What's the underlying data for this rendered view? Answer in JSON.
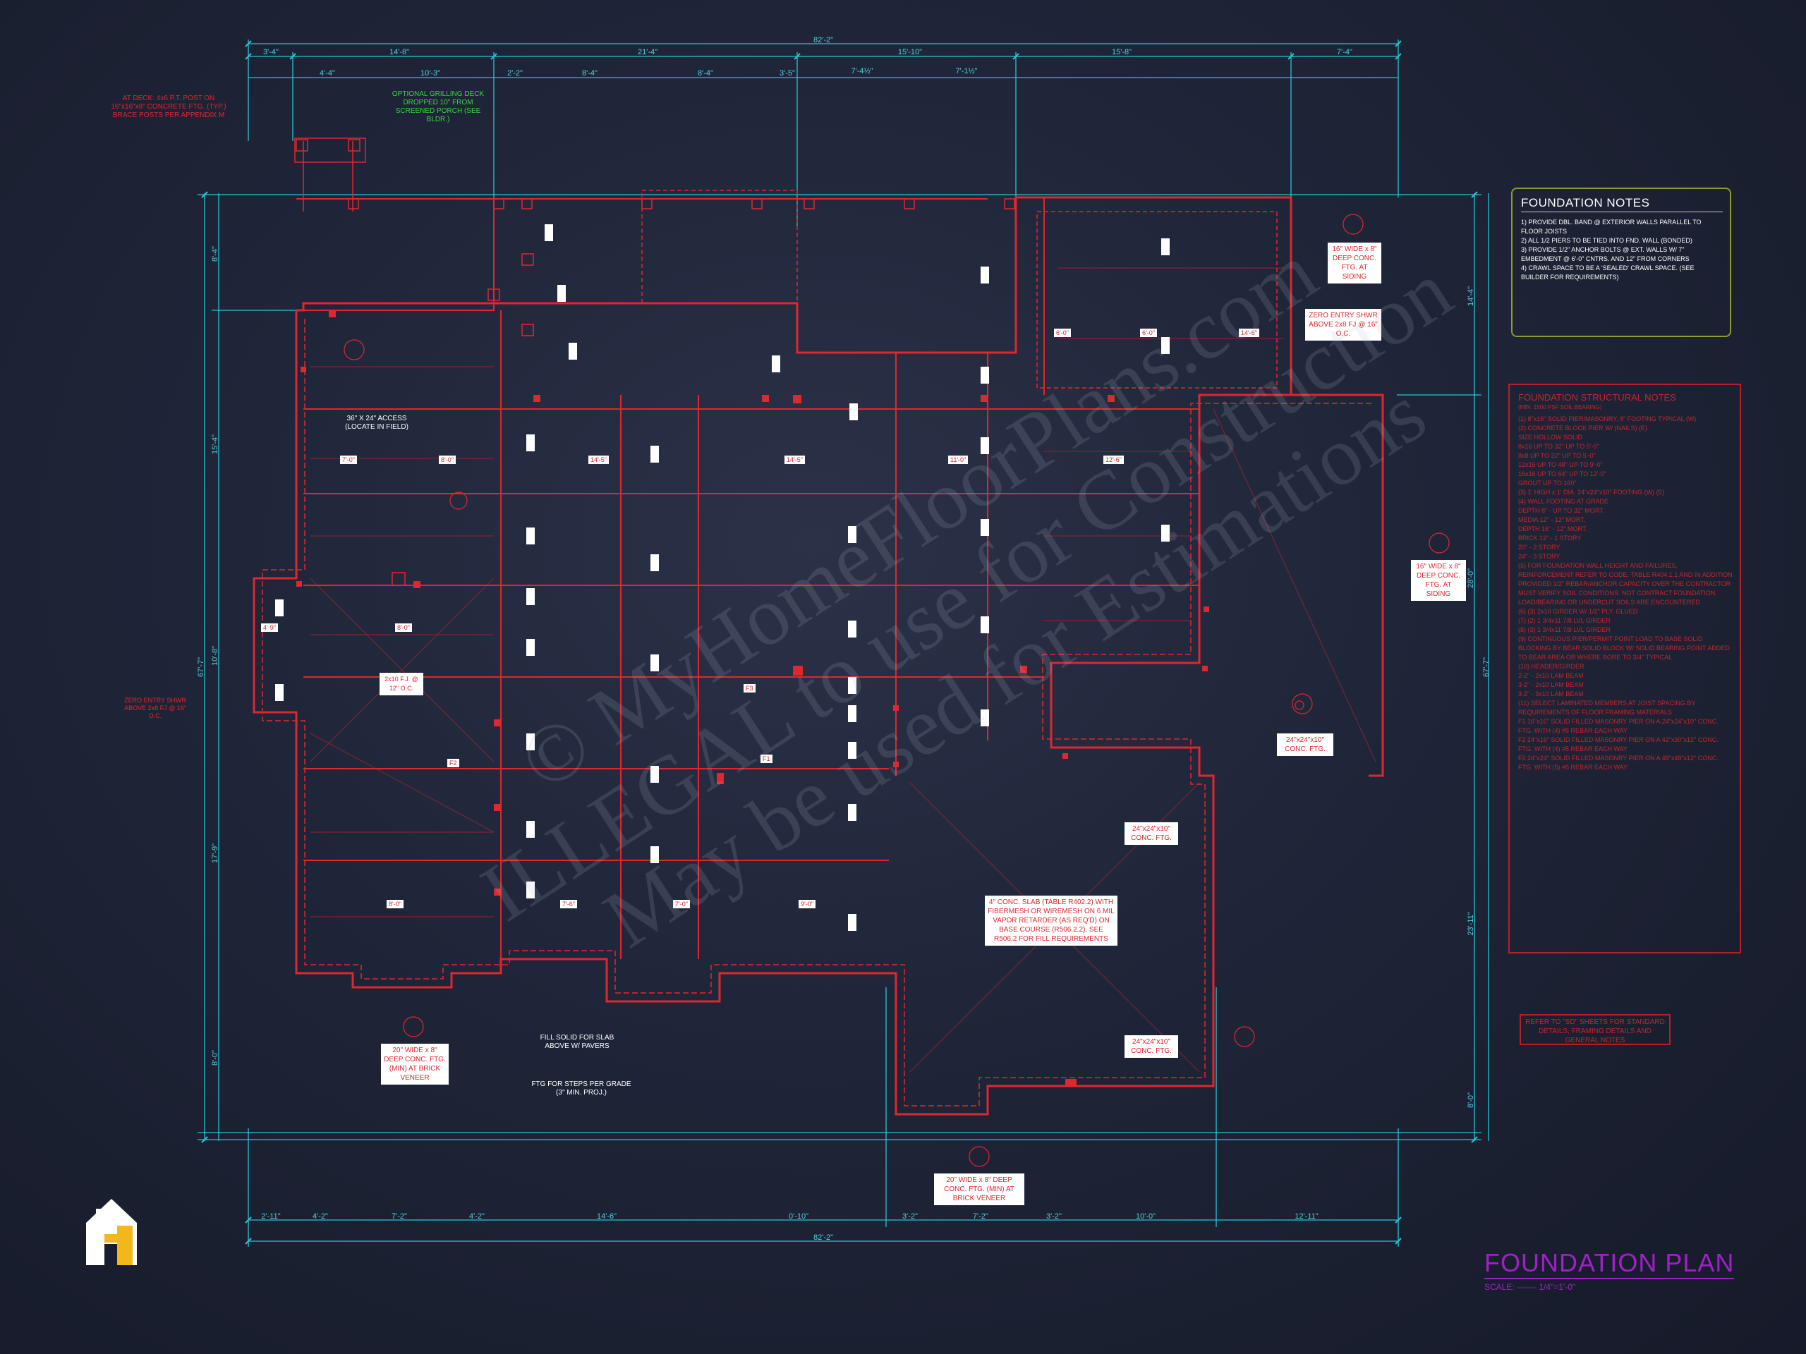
{
  "dims_top": {
    "overall": "82'-2\"",
    "row1": [
      "3'-4\"",
      "14'-8\"",
      "21'-4\"",
      "15'-10\"",
      "15'-8\"",
      "7'-4\""
    ],
    "row2": [
      "4'-4\"",
      "10'-3\"",
      "2'-2\"",
      "8'-4\"",
      "8'-4\"",
      "3'-5\"",
      "7'-4½\"",
      "7'-1½\""
    ]
  },
  "dims_bottom": {
    "overall": "82'-2\"",
    "row": [
      "2'-11\"",
      "4'-2\"",
      "7'-2\"",
      "4'-2\"",
      "14'-6\"",
      "0'-10\"",
      "3'-2\"",
      "7'-2\"",
      "3'-2\"",
      "10'-0\"",
      "12'-11\""
    ]
  },
  "dims_left": [
    "8'-4\"",
    "15'-4\"",
    "10'-8\"",
    "17'-9\"",
    "8'-0\"",
    "67'-7\""
  ],
  "dims_right": [
    "14'-4\"",
    "28'-0\"",
    "23'-11\"",
    "8'-0\"",
    "67'-7\""
  ],
  "callouts": {
    "left_deck": "AT DECK: 4x6 P.T. POST ON 16\"x16\"x8\" CONCRETE FTG. (TYP.) BRACE POSTS PER APPENDIX M",
    "grilling_deck": "OPTIONAL GRILLING DECK DROPPED 10\" FROM SCREENED PORCH (SEE BLDR.)",
    "access": "36\" X 24\" ACCESS (LOCATE IN FIELD)",
    "fill_solid": "FILL SOLID FOR SLAB ABOVE W/ PAVERS",
    "ftg_steps": "FTG FOR STEPS PER GRADE (3\" MIN. PROJ.)",
    "zero_entry_left": "ZERO ENTRY SHWR ABOVE 2x8 FJ @ 16\" O.C."
  },
  "white_notes": {
    "ftg_siding_top": "16\" WIDE x 8\" DEEP CONC. FTG. AT SIDING",
    "zero_entry": "ZERO ENTRY SHWR ABOVE 2x8 FJ @ 16\" O.C.",
    "ftg_siding_right": "16\" WIDE x 8\" DEEP CONC. FTG. AT SIDING",
    "conc_ftg_right": "24\"x24\"x10\" CONC. FTG.",
    "conc_ftg_mid": "24\"x24\"x10\" CONC. FTG.",
    "conc_ftg_bottom": "24\"x24\"x10\" CONC. FTG.",
    "slab": "4\" CONC. SLAB (TABLE R402.2) WITH FIBERMESH OR WIREMESH ON 6 MIL VAPOR RETARDER (AS REQ'D) ON BASE COURSE (R506.2.2). SEE R506.2 FOR FILL REQUIREMENTS",
    "brick_left": "20\" WIDE x 8\" DEEP CONC. FTG. (MIN) AT BRICK VENEER",
    "brick_bottom": "20\" WIDE x 8\" DEEP CONC. FTG. (MIN) AT BRICK VENEER",
    "girder": "2x10 F.J. @ 12\" O.C."
  },
  "tags": [
    "7'-0\"",
    "8'-0\"",
    "14'-5\"",
    "14'-5\"",
    "11'-0\"",
    "12'-6\"",
    "6'-0\"",
    "6'-0\"",
    "14'-6\"",
    "8'-0\"",
    "7'-6\"",
    "7'-0\"",
    "F3",
    "F2",
    "F1",
    "4'-9\"",
    "8'-0\"",
    "9'-0\""
  ],
  "foundation_notes": {
    "title": "FOUNDATION NOTES",
    "items": [
      "1) PROVIDE DBL. BAND @ EXTERIOR WALLS PARALLEL TO FLOOR JOISTS",
      "2) ALL 1/2 PIERS TO BE TIED INTO FND. WALL (BONDED)",
      "3) PROVIDE 1/2\" ANCHOR BOLTS @ EXT. WALLS W/ 7\" EMBEDMENT @ 6'-0\" CNTRS. AND 12\" FROM CORNERS",
      "4) CRAWL SPACE TO BE A 'SEALED' CRAWL SPACE. (SEE BUILDER FOR REQUIREMENTS)"
    ]
  },
  "structural_notes": {
    "title": "FOUNDATION STRUCTURAL NOTES",
    "subtitle": "(MIN. 1500 PSF SOIL BEARING)",
    "rows": [
      "(1) 8\"x16\" SOLID PIER/MASONRY, 8\" FOOTING TYPICAL (W)",
      "(2) CONCRETE BLOCK PIER W/ (NAILS) (E)",
      "SIZE      HOLLOW      SOLID",
      "8x16      UP TO 32\"   UP TO 5'-0\"",
      "8x8       UP TO 32\"   UP TO 5'-0\"",
      "12x16     UP TO 48\"   UP TO 9'-0\"",
      "16x16     UP TO 64\"   UP TO 12'-0\"",
      "GROUT     UP TO 160\"",
      "(3) 1' HIGH x 1' DIA. 24\"x24\"x10\" FOOTING (W) (E)",
      "(4) WALL FOOTING AT GRADE",
      "    DEPTH      8\" - UP TO 32\" MORT.",
      "    MEDIA      12\" - 12\" MORT.",
      "    DEPTH      16\" - 12\" MORT.",
      "    BRICK      12\" - 1 STORY",
      "               20\" - 2 STORY",
      "               24\" - 3 STORY",
      "(5) FOR FOUNDATION WALL HEIGHT AND FAILURES, REINFORCEMENT REFER TO CODE, TABLE R404.1.1 AND IN ADDITION PROVIDED 1/2\" REBAR/ANCHOR CAPACITY OVER THE CONTRACTOR MUST VERIFY SOIL CONDITIONS. NOT CONTRACT FOUNDATION LOAD/BEARING OR UNDERCUT SOILS ARE ENCOUNTERED",
      "(6) (3) 2x10 GIRDER W/ 1/2\" PLY. GLUED",
      "(7) (2) 1 3/4x11 7/8 LVL GIRDER",
      "(8) (3) 1 3/4x11 7/8 LVL GIRDER",
      "(9) CONTINUOUS PIER/PERMIT POINT LOAD TO BASE SOLID BLOCKING BY BEAR SOLID BLOCK W/ SOLID BEARING POINT ADDED TO BEAR AREA OR WHERE BORE TO 3/4\" TYPICAL",
      "(10) HEADER/GIRDER",
      "     2-2\" - 2x10 LAM BEAM",
      "     3-2\" - 2x10 LAM BEAM",
      "     3-2\" - 3x10 LAM BEAM",
      "(11) SELECT LAMINATED MEMBERS AT JOIST SPACING BY REQUIREMENTS OF FLOOR FRAMING MATERIALS",
      "F1  16\"x16\" SOLID FILLED MASONRY PIER ON A 24\"x24\"x10\" CONC. FTG. WITH (4) #5 REBAR EACH WAY",
      "F2  24\"x16\" SOLID FILLED MASONRY PIER ON A 42\"x30\"x12\" CONC. FTG. WITH (4) #5 REBAR EACH WAY",
      "F3  24\"x24\" SOLID FILLED MASONRY PIER ON A 48\"x48\"x12\" CONC. FTG. WITH (5) #5 REBAR EACH WAY"
    ]
  },
  "refer_note": "REFER TO \"SD\" SHEETS FOR STANDARD DETAILS, FRAMING DETAILS AND GENERAL NOTES",
  "title_block": {
    "title": "FOUNDATION PLAN",
    "scale": "SCALE: ------- 1/4\"=1'-0\""
  },
  "watermark": {
    "line1": "© MyHomeFloorPlans.com",
    "line2": "ILLEGAL to use for Construction",
    "line3": "May be used for Estimations"
  },
  "colors": {
    "background": "#1f2538",
    "dimension_cyan": "#27c4d2",
    "structure_red": "#e0262e",
    "title_purple": "#a020c8",
    "note_olive": "#8e9b2a"
  },
  "logo_icon": "house-h-logo-icon"
}
